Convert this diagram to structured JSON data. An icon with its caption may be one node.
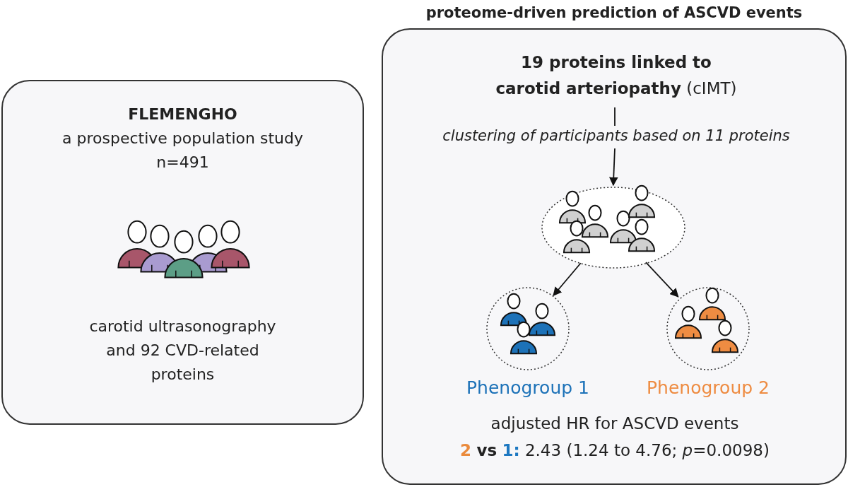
{
  "diagram": {
    "nodes": [
      {
        "text": [
          "FLEMENGHO",
          "a prospective population study",
          "n=491",
          "carotid ultrasonography and 92 CVD-related proteins"
        ]
      },
      {
        "text": [
          "proteome-driven prediction of ASCVD events"
        ]
      },
      {
        "text": [
          "**19 proteins linked to carotid arteriopathy** (cIMT)"
        ],
        "in": 1
      },
      {
        "text": [
          "clustering of participants based on 11 proteins"
        ],
        "in": 1
      },
      {
        "text": [],
        "shape": "ellipse",
        "in": 1
      },
      {
        "text": [],
        "shape": "circle",
        "in": 1,
        "beside": [
          "Phenogroup 1"
        ]
      },
      {
        "text": [],
        "shape": "circle",
        "in": 1,
        "beside": [
          "Phenogroup 2"
        ]
      }
    ],
    "edges": [
      {
        "from": 2,
        "to": 3,
        "arrow": "none"
      },
      {
        "from": 3,
        "to": 4,
        "arrow": "to"
      },
      {
        "from": 4,
        "to": 5,
        "arrow": "to"
      },
      {
        "from": 4,
        "to": 6,
        "arrow": "to"
      }
    ],
    "labels": [
      "adjusted HR for ASCVD events",
      "**2** **vs** **1:** 2.43 (1.24 to 4.76; *p*=0.0098)"
    ]
  }
}
